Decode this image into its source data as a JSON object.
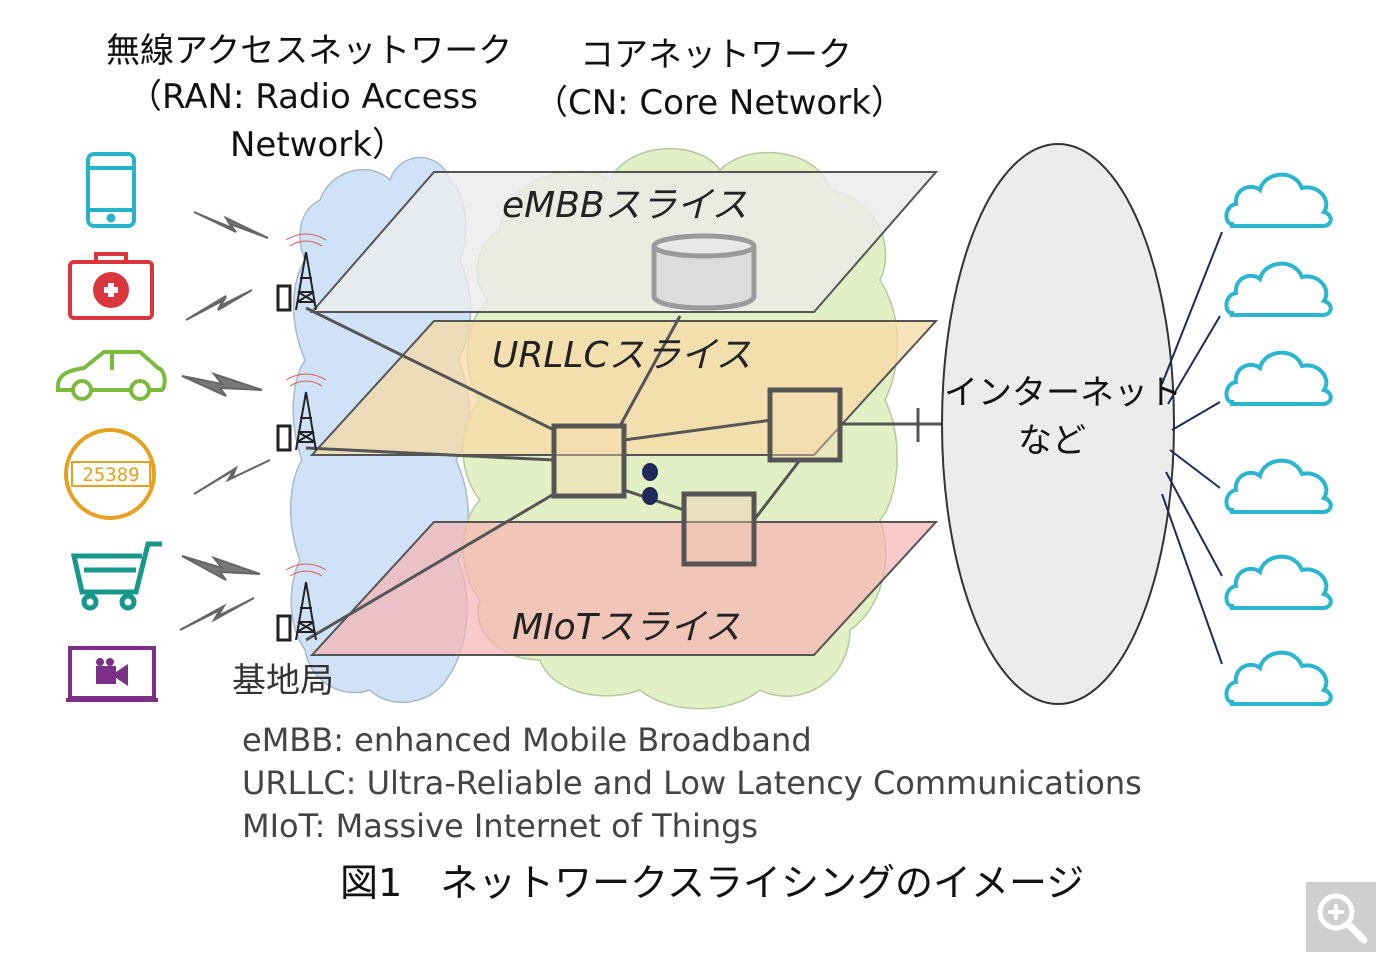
{
  "ran": {
    "title": "無線アクセスネットワーク",
    "subtitle_line1": "（RAN: Radio Access",
    "subtitle_line2": "Network）"
  },
  "core": {
    "title": "コアネットワーク",
    "subtitle": "（CN: Core Network）"
  },
  "slices": {
    "embb": "eMBBスライス",
    "urllc": "URLLCスライス",
    "miot": "MIoTスライス"
  },
  "internet": {
    "line1": "インターネット",
    "line2": "など"
  },
  "base_station": "基地局",
  "legend": {
    "embb": "eMBB: enhanced Mobile Broadband",
    "urllc": "URLLC: Ultra-Reliable and Low Latency Communications",
    "miot": "MIoT: Massive Internet of Things"
  },
  "caption": "図1　ネットワークスライシングのイメージ",
  "devices": [
    "smartphone-icon",
    "medical-kit-icon",
    "car-icon",
    "meter-icon",
    "shopping-cart-icon",
    "video-camera-icon"
  ],
  "meter_reading": "25389",
  "colors": {
    "embb_slice": "#ececec",
    "urllc_slice": "#f7d9a6",
    "miot_slice": "#f6b3b3",
    "ran_cloud": "#cfe2f7",
    "core_cloud": "#e3efc4",
    "cloud_icon": "#2bb6cf",
    "smartphone": "#27b3c9",
    "medical": "#d9363e",
    "car": "#7cba3d",
    "meter": "#e8a01f",
    "cart": "#17988a",
    "camera": "#7b2f86"
  }
}
